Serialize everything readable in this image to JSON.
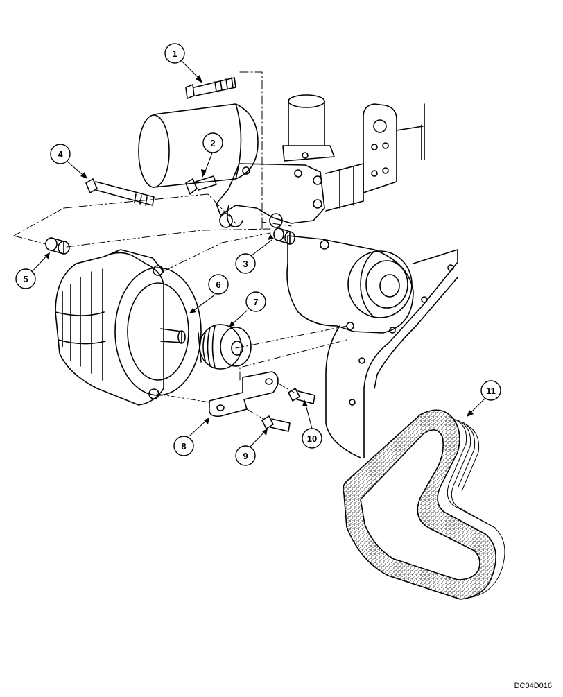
{
  "diagram": {
    "reference_code": "DC04D016",
    "callouts": [
      {
        "id": "1",
        "label": "1"
      },
      {
        "id": "2",
        "label": "2"
      },
      {
        "id": "3",
        "label": "3"
      },
      {
        "id": "4",
        "label": "4"
      },
      {
        "id": "5",
        "label": "5"
      },
      {
        "id": "6",
        "label": "6"
      },
      {
        "id": "7",
        "label": "7"
      },
      {
        "id": "8",
        "label": "8"
      },
      {
        "id": "9",
        "label": "9"
      },
      {
        "id": "10",
        "label": "10"
      },
      {
        "id": "11",
        "label": "11"
      }
    ]
  },
  "colors": {
    "ink": "#000000",
    "paper": "#ffffff",
    "belt_texture": "#555555"
  }
}
